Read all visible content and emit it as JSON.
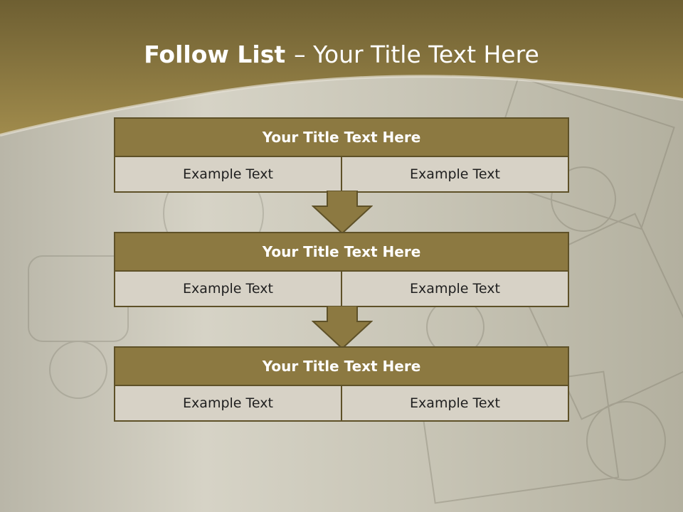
{
  "slide": {
    "title_bold": "Follow List",
    "title_rest": "– Your Title Text Here",
    "colors": {
      "band": "#8c7941",
      "band_dark": "#6b5c31",
      "border": "#5e5128",
      "cell_bg": "#d7d2c6"
    }
  },
  "blocks": [
    {
      "title": "Your Title Text Here",
      "left": "Example Text",
      "right": "Example Text"
    },
    {
      "title": "Your Title Text Here",
      "left": "Example Text",
      "right": "Example Text"
    },
    {
      "title": "Your Title Text Here",
      "left": "Example Text",
      "right": "Example Text"
    }
  ]
}
